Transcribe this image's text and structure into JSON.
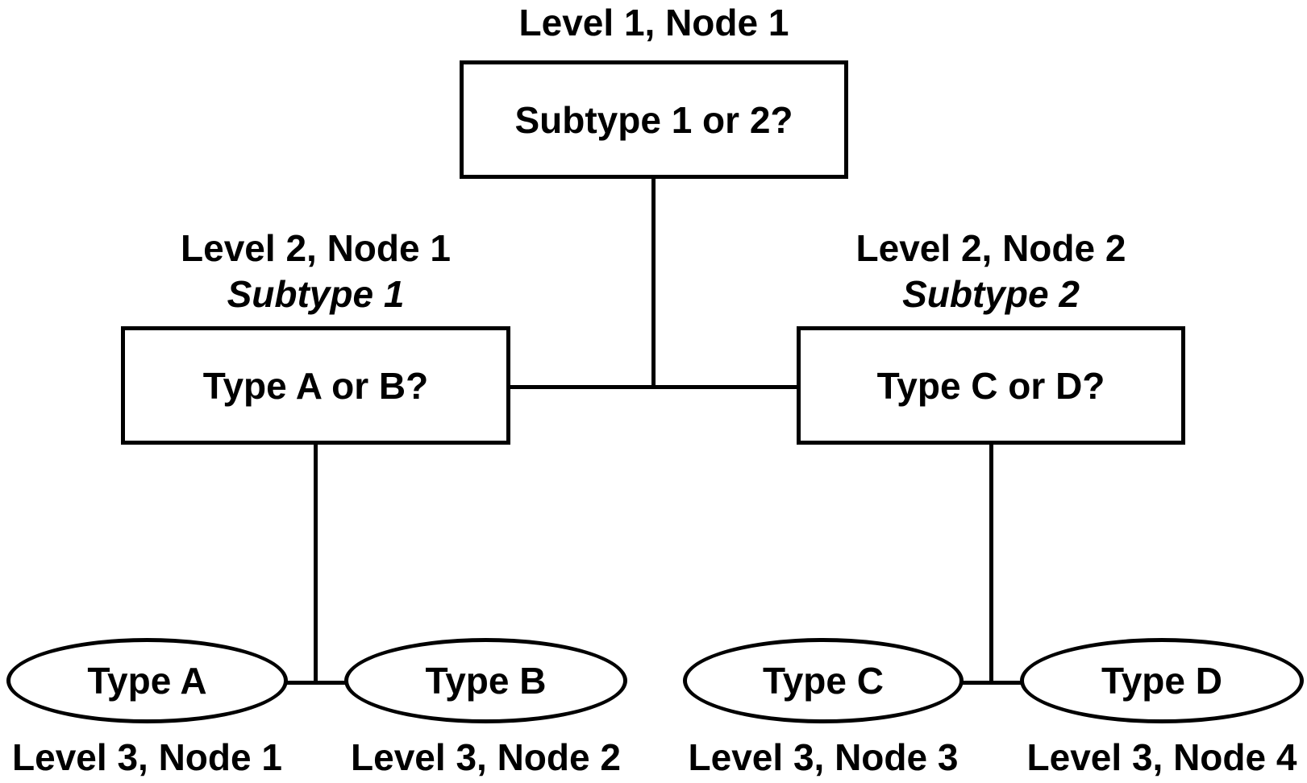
{
  "colors": {
    "background": "#ffffff",
    "line": "#000000",
    "text": "#000000"
  },
  "diagram": {
    "type": "tree",
    "levels": 3,
    "nodes": {
      "level1_node1": {
        "caption": "Level 1, Node 1",
        "question": "Subtype 1 or 2?",
        "shape": "rectangle"
      },
      "level2_node1": {
        "caption": "Level 2, Node 1",
        "subcaption": "Subtype 1",
        "question": "Type A or B?",
        "shape": "rectangle"
      },
      "level2_node2": {
        "caption": "Level 2, Node 2",
        "subcaption": "Subtype 2",
        "question": "Type C or D?",
        "shape": "rectangle"
      },
      "level3_node1": {
        "value": "Type A",
        "caption": "Level 3, Node 1",
        "shape": "ellipse"
      },
      "level3_node2": {
        "value": "Type B",
        "caption": "Level 3, Node 2",
        "shape": "ellipse"
      },
      "level3_node3": {
        "value": "Type C",
        "caption": "Level 3, Node 3",
        "shape": "ellipse"
      },
      "level3_node4": {
        "value": "Type D",
        "caption": "Level 3, Node 4",
        "shape": "ellipse"
      }
    },
    "edges": [
      {
        "from": "level1_node1",
        "to": "level2_node1"
      },
      {
        "from": "level1_node1",
        "to": "level2_node2"
      },
      {
        "from": "level2_node1",
        "to": "level3_node1"
      },
      {
        "from": "level2_node1",
        "to": "level3_node2"
      },
      {
        "from": "level2_node2",
        "to": "level3_node3"
      },
      {
        "from": "level2_node2",
        "to": "level3_node4"
      }
    ]
  }
}
